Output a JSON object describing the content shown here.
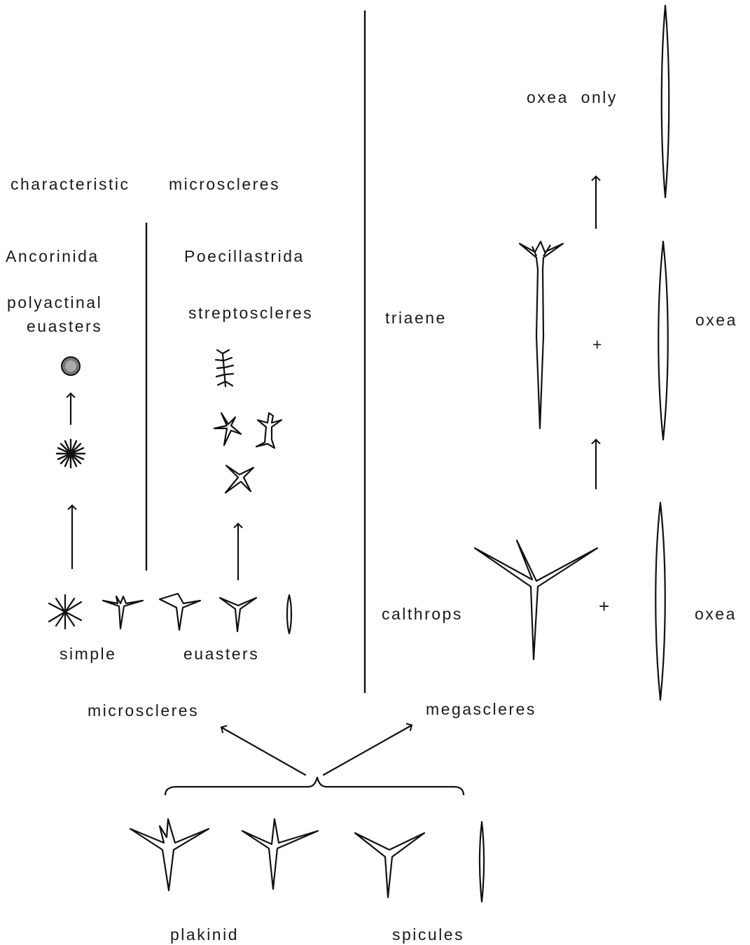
{
  "labels": {
    "oxea_only": "oxea  only",
    "characteristic": "characteristic",
    "microscleres_top": "microscleres",
    "ancorinida": "Ancorinida",
    "poecillastrida": "Poecillastrida",
    "polyactinal": "polyactinal",
    "euasters_1": "euasters",
    "streptoscleres": "streptoscleres",
    "triaene": "triaene",
    "oxea_1": "oxea",
    "plus": "+",
    "calthrops": "calthrops",
    "oxea_2": "oxea",
    "simple": "simple",
    "euasters_2": "euasters",
    "microscleres_bottom": "microscleres",
    "megascleres": "megascleres",
    "plakinid": "plakinid",
    "spicules": "spicules"
  },
  "colors": {
    "ink": "#111111",
    "background": "#ffffff"
  }
}
